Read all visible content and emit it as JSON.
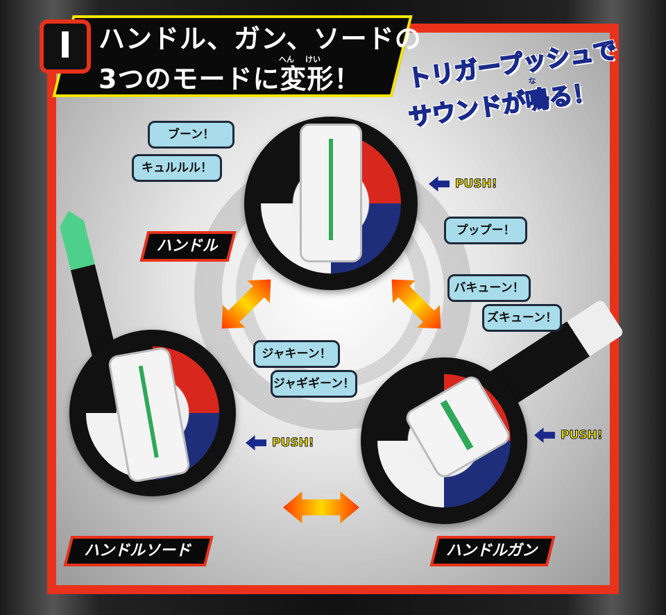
{
  "header": {
    "number": "I",
    "line1": "ハンドル、ガン、ソードの",
    "line2": "3つのモードに変形！",
    "ruby_hen": "へん",
    "ruby_kei": "けい"
  },
  "tagline": {
    "line1": "トリガープッシュで",
    "line2": "サウンドが鳴る！",
    "ruby_na": "な"
  },
  "modes": [
    {
      "label": "ハンドル"
    },
    {
      "label": "ハンドルソード"
    },
    {
      "label": "ハンドルガン"
    }
  ],
  "sounds": {
    "handle": [
      "ブーン！",
      "キュルルル！",
      "プップー！"
    ],
    "gun": [
      "バキューン！",
      "ズキューン！"
    ],
    "sword": [
      "ジャキーン！",
      "ジャギギーン！"
    ]
  },
  "push_label": "PUSH!",
  "colors": {
    "frame": "#e8321c",
    "accent_yellow": "#f5e600",
    "bubble": "#a9dcea",
    "push_arrow": "#1a2a8a"
  }
}
